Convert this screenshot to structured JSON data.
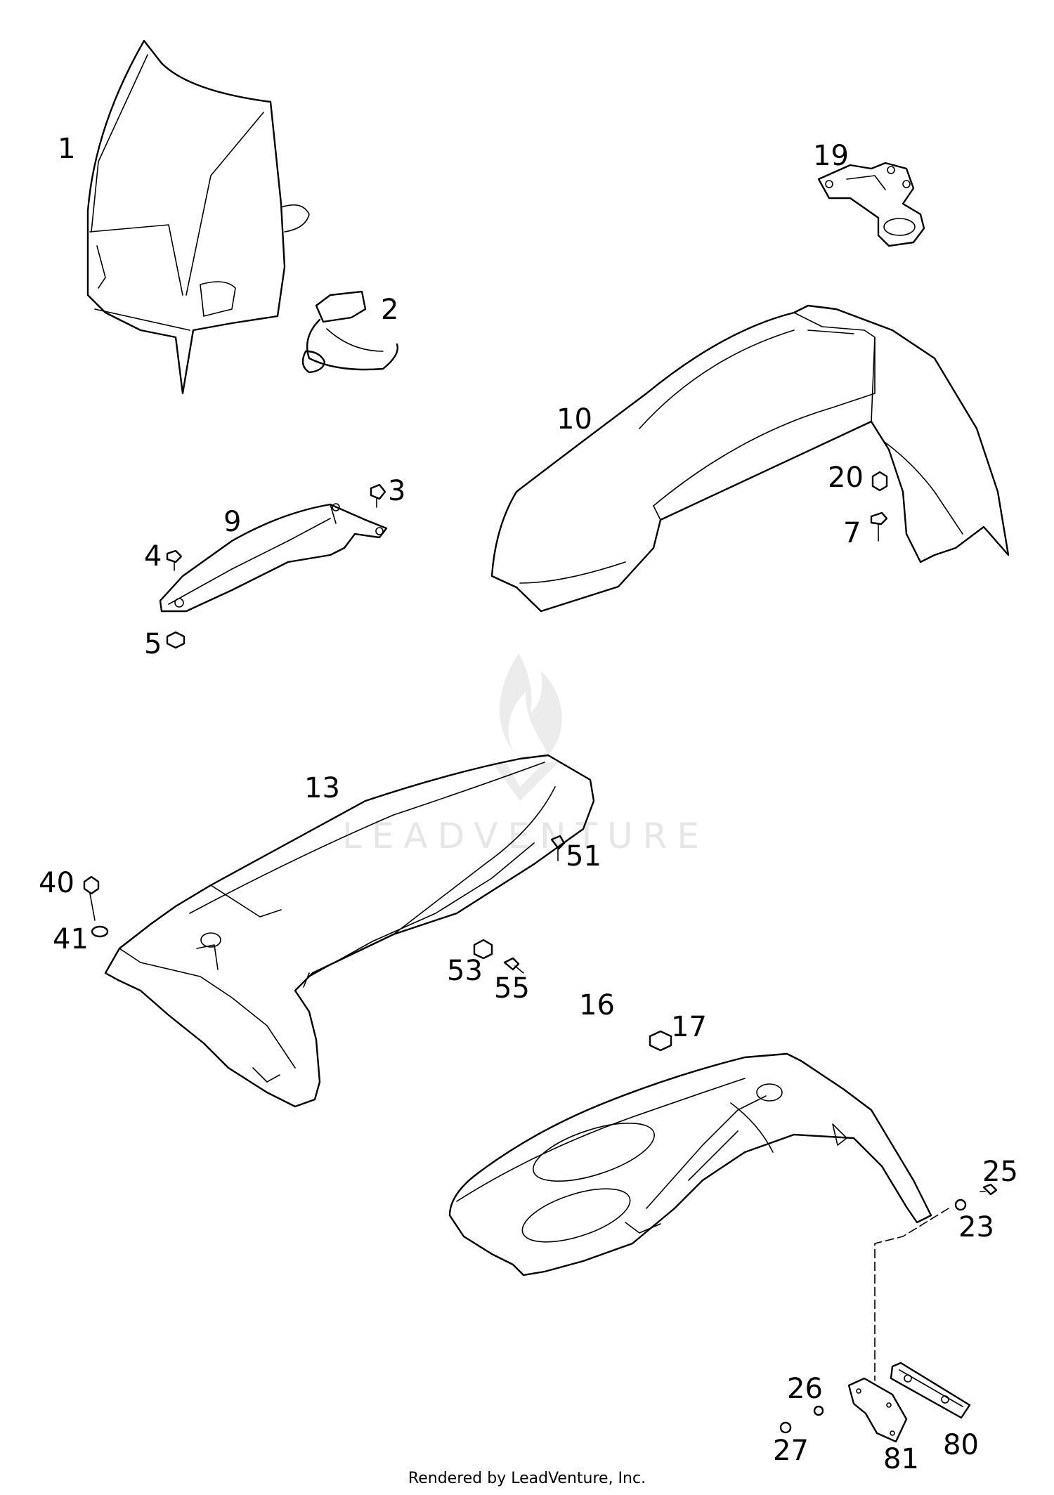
{
  "watermark": {
    "text": "LEADVENTURE"
  },
  "footer": {
    "text": "Rendered by LeadVenture, Inc."
  },
  "callouts": {
    "c1": "1",
    "c2": "2",
    "c3": "3",
    "c4": "4",
    "c5": "5",
    "c7": "7",
    "c9": "9",
    "c10": "10",
    "c13": "13",
    "c16": "16",
    "c17": "17",
    "c19": "19",
    "c20": "20",
    "c23": "23",
    "c25": "25",
    "c26": "26",
    "c27": "27",
    "c40": "40",
    "c41": "41",
    "c51": "51",
    "c53": "53",
    "c55": "55",
    "c80": "80",
    "c81": "81"
  }
}
